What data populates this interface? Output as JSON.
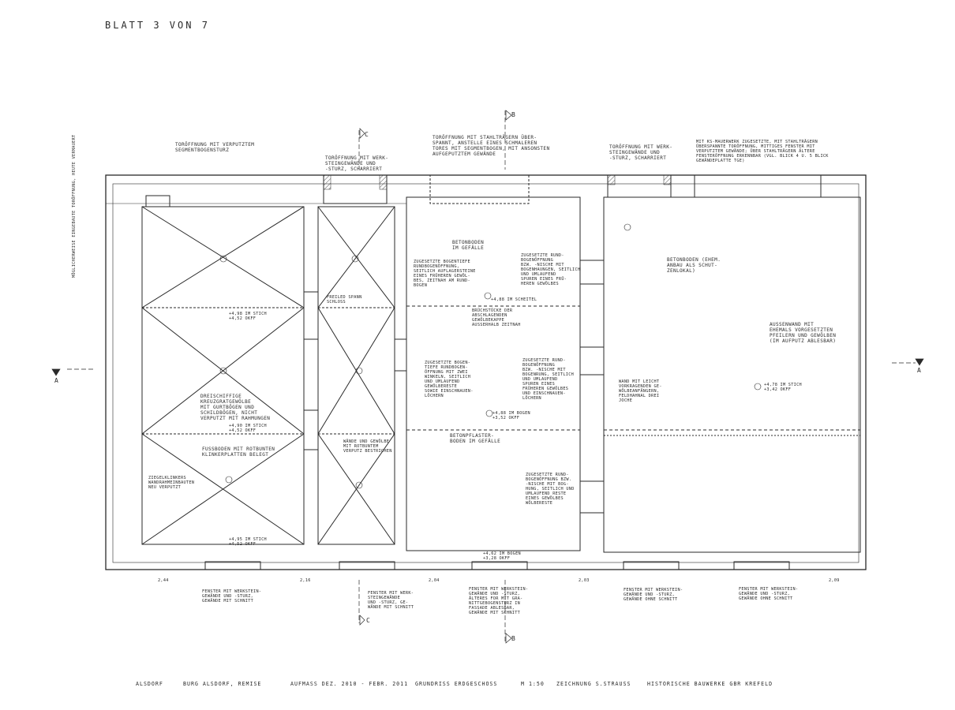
{
  "sheet_label": "BLATT 3 VON 7",
  "section_markers": {
    "c_top": "C",
    "b_top": "B",
    "a_left": "A",
    "a_right": "A",
    "c_bottom": "C",
    "b_bottom": "B"
  },
  "annotations_top": {
    "tor_left": "TORÖFFNUNG MIT VERPUTZTEM\nSEGMENTBOGENSTURZ",
    "tor_c": "TORÖFFNUNG MIT WERK-\nSTEINGEWÄNDE UND\n-STURZ, SCHARRIERT",
    "tor_b": "TORÖFFNUNG MIT STAHLTRÄGERN ÜBER-\nSPANNT, ANSTELLE EINES SCHMALEREN\nTORES MIT SEGMENTBOGEN, MIT ANSONSTEN\nAUFGEPUTZTEM GEWÄNDE",
    "tor_right": "TORÖFFNUNG MIT WERK-\nSTEINGEWÄNDE UND\n-STURZ, SCHARRIERT",
    "ks_wall": "MIT KS-MAUERWERK ZUGESETZTE, MIT STAHLTRÄGERN\nÜBERSPANNTE TORÖFFNUNG, MITTIGES FENSTER MIT\nVERPUTZTEM GEWÄNDE; ÜBER STAHLTRÄGERN ÄLTERE\nFENSTERÖFFNUNG ERKENNBAR (VGL. BLICK 4 U. 5 BLICK\nGEWÄNDEPLATTE TGE)"
  },
  "annotations_left": {
    "vertical": "MÖGLICHERWEISE EINGEBAUTE\nTORÖFFNUNG, HEUTE\nVERMAUERT",
    "dreischiff": "DREISCHIFFIGE\nKREUZGRATGEWÖLBE\nMIT GURTBÖGEN UND\nSCHILDBÖGEN, NICHT\nVERPUTZT MIT RAHMUNGEN",
    "fussboden": "FUSSBODEN MIT ROTBUNTEN\nKLINKERPLATTEN BELEGT",
    "ziegel": "ZIEGELKLINKERS\nWANDRAHMEINBAUTEN\nNEU VERPUTZT",
    "stich1": "+4,98 IM STICH\n+4,52 OKFF",
    "stich2": "+4,90 IM STICH\n+4,52 OKFF",
    "stich3": "+4,95 IM STICH\n+4,52 OKFF",
    "spann": "FREILED SPANN\nSCHLOSS"
  },
  "annotations_middle": {
    "betonboden": "BETONBODEN\nIM GEFÄLLE",
    "mid1": "ZUGESETZTE BOGENTIEFE\nRUNDBOGENÖFFNUNG,\nSEITLICH AUFLAGERSTEINE\nEINES FRÜHEREN GEWÖL-\nBES, ZEITNAH AM RUND-\nBOGEN",
    "mid2": "ZUGESETZTE RUND-\nBOGENÖFFNUNG\nBZW. -NISCHE MIT\nBOGENHAUNGEN, SEITLICH\nUND UMLAUFEND\nSPUREN EINES FRÜ-\nHEREN GEWÖLBES",
    "mid3": "ZUGESETZTE BOGEN-\nTIEFE RUNDBOGEN-\nÖFFNUNG MIT ZWEI\nWINKELN, SEITLICH\nUND UMLAUFEND\nGEWÖLBERESTE\nSOWIE EINSCHNAUEN-\nLÖCHERN",
    "mid4": "ZUGESETZTE RUND-\nBOGENÖFFNUNG\nBZW. -NISCHE MIT\nBOGENRUNG, SEITLICH\nUND UMLAUFEND\nSPUREN EINES\nFRÜHEREN GEWÖLBES\nUND EINSCHNAUEN-\nLÖCHERN",
    "mid5": "ZUGESETZTE RUND-\nBOGENÖFFNUNG BZW.\n-NISCHE MIT BOG-\nHUNG, SEITLICH UND\nUMLAUFEND RESTE\nEINES GEWÖLBES\nWÖLBERESTE",
    "beton2": "BETONPFLASTER-\nBODEN IM GEFÄLLE",
    "bruch": "BRÜCHSTÜCKE DER\nABSCHLAGENDEN\nGEWÖLBEKAPPE\nAUSSERHALB ZEITNAH",
    "wande": "WÄNDE UND GEWÖLBE\nMIT ROTBUNTEM\nVERPUTZ BESTRICHEN",
    "h1": "+4,88 IM SCHEITEL",
    "h2": "+4,88 IM BOGEN\n+3,52 OKFF",
    "h3": "+4,62 IM BOGEN\n+3,28 OKFF"
  },
  "annotations_right": {
    "betonboden": "BETONBODEN (EHEM.\nANBAU ALS SCHUT-\nZENLOKAL)",
    "aussen": "AUSSENWAND MIT\nEHEMALS VORGESETZTEN\nPFEILERN UND GEWÖLBEN\n(IM AUFPUTZ ABLESBAR)",
    "wand": "WAND MIT LEICHT\nVORKRAGENDEN GE-\nWÖLBEANFÄNGERN,\nFELDHAHNAL DREI\nJOCHE",
    "h1": "+4,78 IM STICH\n+3,42 OKFF"
  },
  "annotations_bottom": {
    "f1": "FENSTER MIT WERKSTEIN-\nGEWÄNDE UND -STURZ,\nGEWÄNDE MIT SCHNITT",
    "f2": "FENSTER MIT WERK-\nSTEINGEWÄNDE\nUND -STURZ, GE-\nWÄNDE MIT SCHNITT",
    "f3": "FENSTER MIT WERKSTEIN-\nGEWÄNDE UND -STURZ,\nÄLTERES FOR MIT GRA-\nNITTGEBOGENSTURZ IN\nFASSADE ABLESBAR,\nGEWÄNDE MIT SCHNITT",
    "f4": "FENSTER MIT WERKSTEIN-\nGEWÄNDE UND -STURZ,\nGEWÄNDE OHNE SCHNITT",
    "f5": "FENSTER MIT WERKSTEIN-\nGEWÄNDE UND -STURZ,\nGEWÄNDE OHNE SCHNITT"
  },
  "dimensions_bottom": [
    "2,44",
    "2,16",
    "2,04",
    "2,03",
    "2,09"
  ],
  "title_block": {
    "ort": "ALSDORF",
    "objekt": "BURG ALSDORF, REMISE",
    "aufmass": "AUFMASS DEZ. 2010 - FEBR. 2011",
    "inhalt": "GRUNDRISS ERDGESCHOSS",
    "massstab": "M 1:50",
    "zeichnung": "ZEICHNUNG S.STRAUSS",
    "buero": "HISTORISCHE BAUWERKE GBR KREFELD"
  },
  "colors": {
    "ink": "#2a2a2a",
    "paper": "#ffffff",
    "hatch": "#555555"
  }
}
